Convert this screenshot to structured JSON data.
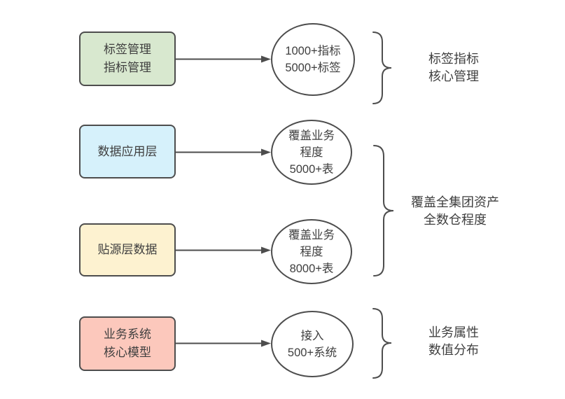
{
  "diagram": {
    "background": "#ffffff",
    "stroke_color": "#4d4d4d",
    "text_color": "#3f3f3f",
    "rows": [
      {
        "box": {
          "fill": "#d8e8cf",
          "lines": [
            "标签管理",
            "指标管理"
          ]
        },
        "ellipse": {
          "lines": [
            "1000+指标",
            "5000+标签"
          ]
        }
      },
      {
        "box": {
          "fill": "#d6f1fb",
          "lines": [
            "数据应用层"
          ]
        },
        "ellipse": {
          "lines": [
            "覆盖业务",
            "程度",
            "5000+表"
          ]
        }
      },
      {
        "box": {
          "fill": "#fdf2d0",
          "lines": [
            "贴源层数据"
          ]
        },
        "ellipse": {
          "lines": [
            "覆盖业务",
            "程度",
            "8000+表"
          ]
        }
      },
      {
        "box": {
          "fill": "#fcc8bc",
          "lines": [
            "业务系统",
            "核心模型"
          ]
        },
        "ellipse": {
          "lines": [
            "接入",
            "500+系统"
          ]
        }
      }
    ],
    "annotations": [
      {
        "lines": [
          "标签指标",
          "核心管理"
        ]
      },
      {
        "lines": [
          "覆盖全集团资产",
          "全数仓程度"
        ]
      },
      {
        "lines": [
          "业务属性",
          "数值分布"
        ]
      }
    ]
  }
}
